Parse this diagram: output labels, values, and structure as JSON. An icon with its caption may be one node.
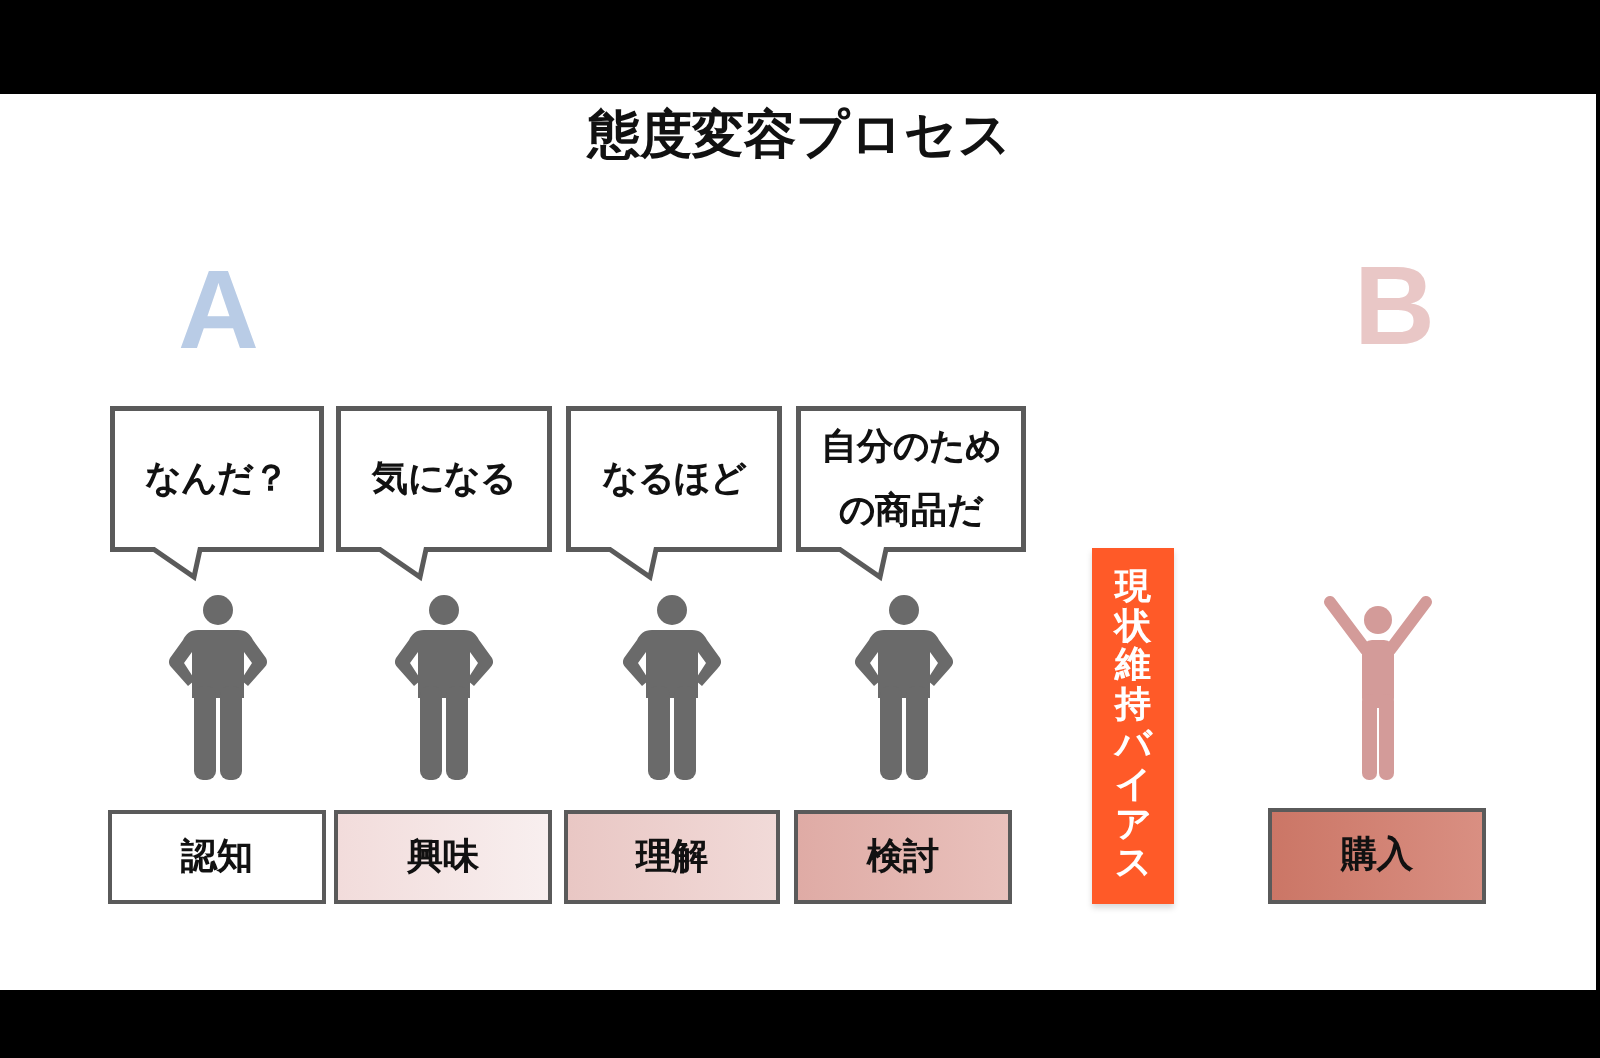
{
  "diagram": {
    "title": "態度変容プロセス",
    "nodes": [
      {
        "text": [
          "なんだ？"
        ]
      },
      {
        "text": [
          "気になる"
        ]
      },
      {
        "text": [
          "なるほど"
        ]
      },
      {
        "text": [
          "自分のための商品だ"
        ]
      },
      {
        "text": [
          "現状維持バイアス"
        ]
      },
      {
        "text": [
          "認知"
        ]
      },
      {
        "text": [
          "興味"
        ]
      },
      {
        "text": [
          "理解"
        ]
      },
      {
        "text": [
          "検討"
        ]
      },
      {
        "text": [
          "購入"
        ]
      }
    ],
    "labels": [
      "A",
      "B"
    ]
  }
}
